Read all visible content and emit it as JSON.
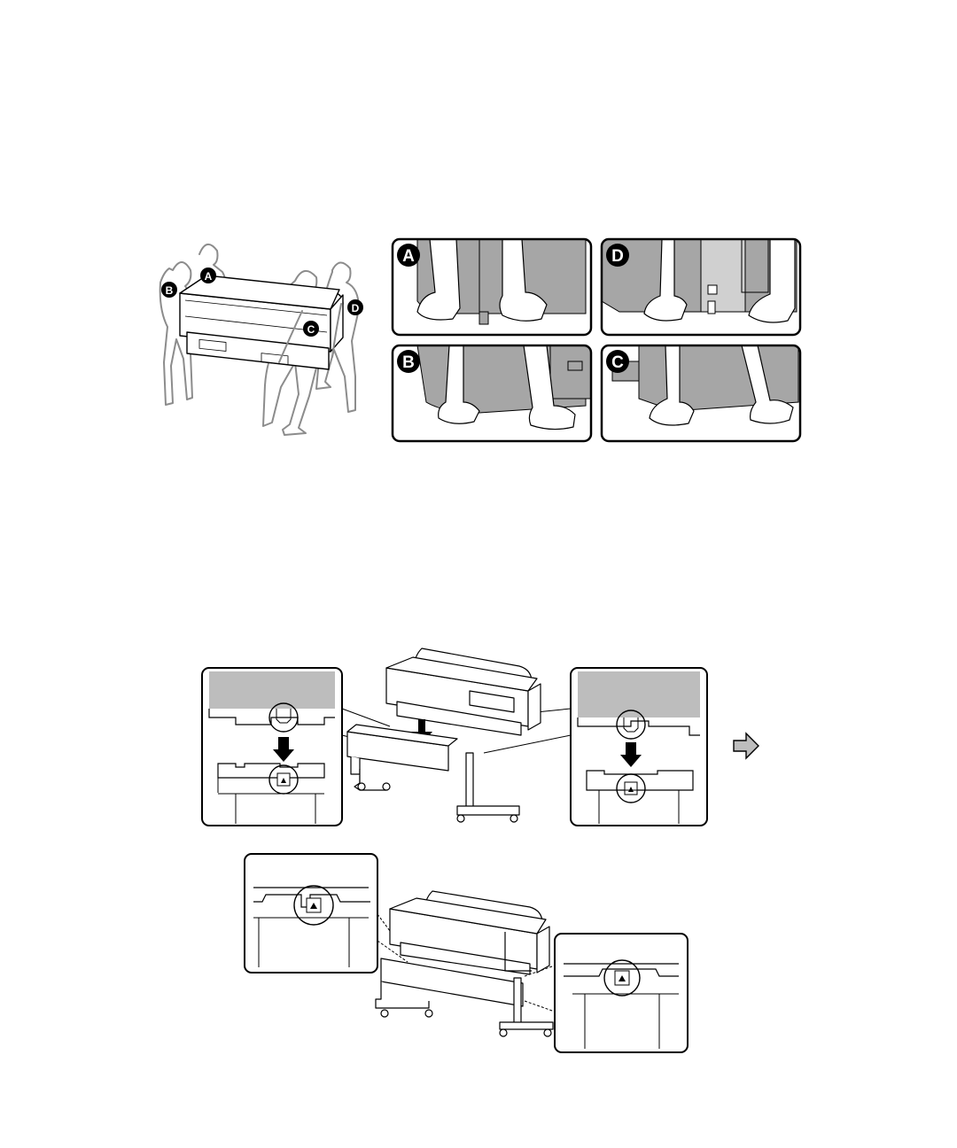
{
  "page": {
    "description_labels": {
      "people": [
        "A",
        "B",
        "C",
        "D"
      ],
      "detail_panels": [
        "A",
        "D",
        "B",
        "C"
      ]
    }
  },
  "colors": {
    "line": "#000000",
    "gray_fill": "#8c8c8c",
    "light_gray_fill": "#bdbdbd",
    "panel_gray": "#a6a6a6",
    "badge": "#000000"
  },
  "icons": [
    "right-arrow-icon",
    "down-arrow-icon",
    "alignment-mark-icon"
  ]
}
